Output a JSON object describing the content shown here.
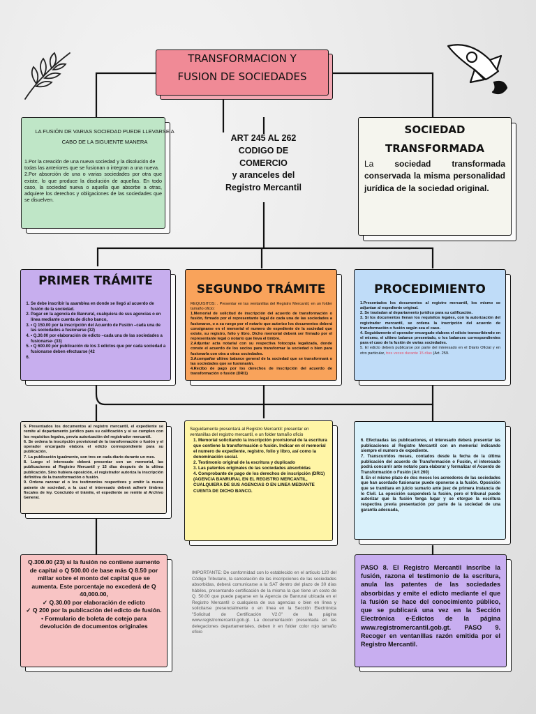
{
  "title": {
    "line1": "TRANSFORMACION Y",
    "line2": "FUSION DE SOCIEDADES"
  },
  "fusion_box": {
    "heading_line1": "LA FUSIÓN DE VARIAS SOCIEDAD PUEDE LLEVARSE A",
    "heading_line2": "CABO DE LA SIGUIENTE MANERA",
    "item1": "1.Por la creación de una nueva sociedad y la disolución de todas las anteriores que se fusionan o integran a una nueva.",
    "item2": "2.Por absorción de una o varias sociedades por otra que existe, lo que produce la disolución de aquellas. En todo caso, la sociedad nueva o aquella que absorbe a otras, adquiere los derechos y obligaciones de las sociedades que se disuelven."
  },
  "center_law": {
    "line1": "ART 245 AL 262",
    "line2": "CODIGO DE",
    "line3": "COMERCIO",
    "line4": "y aranceles del",
    "line5": "Registro Mercantil"
  },
  "transformada": {
    "title_line1": "SOCIEDAD",
    "title_line2": "TRANSFORMADA",
    "body_lead": "La",
    "body_rest": " sociedad transformada conservada la misma personalidad jurídica de la sociedad original."
  },
  "primer": {
    "title": "PRIMER TRÁMITE",
    "items": [
      "Se debe inscribir la asamblea en donde se llegó al acuerdo de fusión de la sociedad.",
      "Pagar en la agencia de Banrural, cualquiera de sus agencias o en línea mediante cuenta de dicho banco,",
      "• Q 150.00 por la inscripción del Acuerdo de Fusión –cada una de las sociedades a fusionarse (32)",
      "• Q.30.00 por elaboración de edicto –cada una de las sociedades a fusionarse- (33)",
      "• Q 600.00 por publicación de los 3 edictos que por cada sociedad a fusionarse deben efectuarse (42",
      ""
    ]
  },
  "segundo": {
    "title": "SEGUNDO TRÁMITE",
    "intro": "REQUISITOS: . Presentar en las ventanillas del Registro Mercantil, en un folder tamaño oficio:",
    "items": [
      "1.Memorial de solicitud de inscripción del acuerdo de transformación o fusión, firmado por el representante legal de cada una de las sociedades a fusionarse, o a su ruego por el notario que autorizo los documentos deberá consignarse en el memorial el numero de expediente de la sociedad que existe, su registro, folio y libro. Dicho memorial deberá ser firmado por el representante legal o notario que lleva el timbre.",
      "2.Adjuntar acta notarial con su respectiva fotocopia legalizada, donde conste el acuerdo de los socios para transformar la sociedad o bien para fusionarla con otra u otras sociedades.",
      "3.Acompañar ultimo balance general de la sociedad que se transformará o las sociedades que se fusionarán.",
      "4.Recibo de pago por los derechos de inscripción del acuerdo de transformación o fusión (DRI1)"
    ]
  },
  "procedimiento": {
    "title": "PROCEDIMIENTO",
    "items": [
      "1.Presentados los documentos al registro mercantil, los mismo se adjuntan al expediente original.",
      "2. Se trasladan al departamento jurídico para su calificación.",
      "3. Si los documentos llenan los requisitos legales, con la autorización del registrador mercantil, se ordena la inscripción del acuerdo de transformación o fusión según sea el caso.",
      "4. Seguidamente el operador encargado elabora el edicto transcribiendo en el mismo, el ultimo balance presentado, o los balances correspondientes para el caso de la fusión de varias sociedades."
    ],
    "item5_a": "5. El edicto deberá publicarse por parte del interesado en el Diario Oficial y en otro particular,",
    "item5_red": " tres veces durante 15 días",
    "item5_b": " (Art. 259."
  },
  "row3_left": {
    "items": [
      "5. Presentados los documentos al registro mercantil, el expediente se remite al departamento jurídico para su calificación y si se cumplen con los requisitos legales, previa autorización del registrador mercantil.",
      "6. Se ordena la inscripción provisional de la transformación o fusión y el operador encargado elabora el edicto correspondiente para su publicación.",
      "7. La publicación igualmente, son tres en cada diario durante un mes.",
      "8. Luego el interesado deberá presentar con un memorial, las publicaciones al Registro Mercantil y 15 días después de la ultima publicación. Sino hubiera oposición, el registrador autoriza la inscripción definitiva de la transformación o fusión.",
      "9. Ordena razonar el o los testimonios respectivos y emitir la nueva patente de sociedad, a la cual el interesado deberá adherir timbres fiscales de ley. Concluido el trámite, el expediente se remite al Archivo General."
    ]
  },
  "row3_mid": {
    "intro": "Seguidamente presentará al Registro Mercantil: presentar en ventanillas del registro mercantil, e un folder tamaño oficio",
    "items": [
      "1. Memorial solicitando la inscripción provisional de la escritura que contiene la transformación o fusión. Indicar en el memorial el numero de expediente, registro, folio y libro, así como la denominación social.",
      "2. Testimonio original de la escritura y duplicado",
      "3. Las patentes originales de las sociedades absorbidas",
      "4. Comprobante de pago de los derechos de inscripción (DRI1) (AGENCIA BANRURAL EN EL REGISTRO MERCANTIL, CUALQUIERA DE SUS AGENCIAS O EN LINEA MEDIANTE CUENTA DE DICHO BANCO."
    ]
  },
  "row3_right": {
    "items": [
      "6. Efectuadas las publicaciones, el interesado deberá presentar las publicaciones al Registro Mercantil con un memorial indicando siempre el numero de expediente.",
      "7. Transcurridos meses, contados desde la fecha de la última publicación del acuerdo de Transformación o Fusión, el interesado podrá concurrir ante notario para elaborar y formalizar el Acuerdo de Transformación o Fusión (Art 260)",
      "8. En el mismo plazo de dos meses los acreedores de las sociedades que han acordado fusionarse puede oponerse a la fusión. Oposición que se tramitara en juicio sumario ante juez de primera instancia de lo Civil. La oposición suspenderá la fusión, pero el tribunal puede autorizar que la fusión tenga lugar y se otorgue la escritura respectiva previa presentación por parte de la sociedad de una garantía adecuada,"
    ]
  },
  "fees": {
    "line1": "Q.300.00 (23) si la fusión no contiene aumento de capital o Q 500.00 de base más Q 8.50 por millar sobre el monto del capital que se aumenta. Este porcentaje no excederá de Q 40,000.00,",
    "line2": "✓ Q.30.00 por elaboración de edicto",
    "line3": "✓ Q 200 por la publicación del edicto de fusión.",
    "line4": "• Formulario de boleta de cotejo para devolución de documentos originales"
  },
  "importante": "IMPORTANTE: De conformidad con lo establecido en el artículo 120 del Código Tributario, la cancelación de las inscripciones de las sociedades absorbidas, deberá comunicarse a la SAT dentro del plazo de 30 días hábiles, presentando certificación de la misma la que tiene un costo de Q. 50.00 que puede pagarse en la Agencia de Banrural ubicada en el Registro Mercantil o cualquiera de sus agencias o bien en línea y solicitarse presencialmente o en línea en la Sección Electrónica \"Solicitud de Certificación V2.0\" de la página www.registromercantil.gob.gt. La documentación presentada en las delegaciones departamentales, deben ir en folder color rojo tamaño oficio",
  "paso8": "PASO 8. El Registro Mercantil inscribe la fusión, razona el testimonio de la escritura, anula las patentes de las sociedades absorbidas y emite el edicto mediante el que la fusión se hace del conocimiento público, que se publicará una vez en la Sección Electrónica e-Edictos de la página www.registromercantil.gob.gt. PASO 9. Recoger en ventanillas razón emitida por el Registro Mercantil.",
  "colors": {
    "title": "#f08a96",
    "green": "#bfe6c7",
    "cream": "#f5f5ee",
    "purple": "#c7aeee",
    "orange": "#f9a35b",
    "blue": "#bfdcf8",
    "beige": "#efe8dc",
    "yellow": "#fff5a6",
    "ltblue": "#d9f1fb",
    "pink": "#f8c4c4",
    "violet": "#c8aef0",
    "red": "#e0506a"
  },
  "icons": {
    "decor_left": "leaf-branch-icon",
    "decor_right": "rocket-icon"
  }
}
